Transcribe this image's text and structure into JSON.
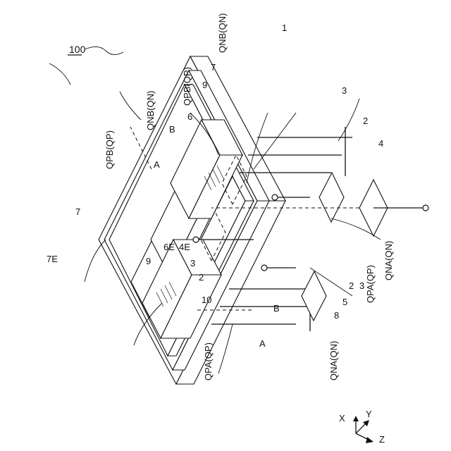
{
  "figure": {
    "ref": "100",
    "labels": {
      "substrate": "1",
      "layer2": "2",
      "layer3": "3",
      "layer4": "4",
      "layer5": "5",
      "layer6": "6",
      "layer7": "7",
      "layer8": "8",
      "layer9": "9",
      "layer10": "10",
      "e6": "6E",
      "e4": "4E",
      "e7": "7E",
      "qpa_qp_top": "QPA(QP)",
      "qpa_qp_right": "QPA(QP)",
      "qna_qn_right": "QNA(QN)",
      "qna_qn_top": "QNA(QN)",
      "qnb_qn_left": "QNB(QN)",
      "qnb_qn_top": "QNB(QN)",
      "qpb_qp_left": "QPB(QP)",
      "qpb_qp_top": "QPB(QP)",
      "sec_a_left": "A",
      "sec_a_right": "A",
      "sec_b_left": "B",
      "sec_b_right": "B"
    },
    "axes": {
      "x": "X",
      "y": "Y",
      "z": "Z"
    }
  }
}
